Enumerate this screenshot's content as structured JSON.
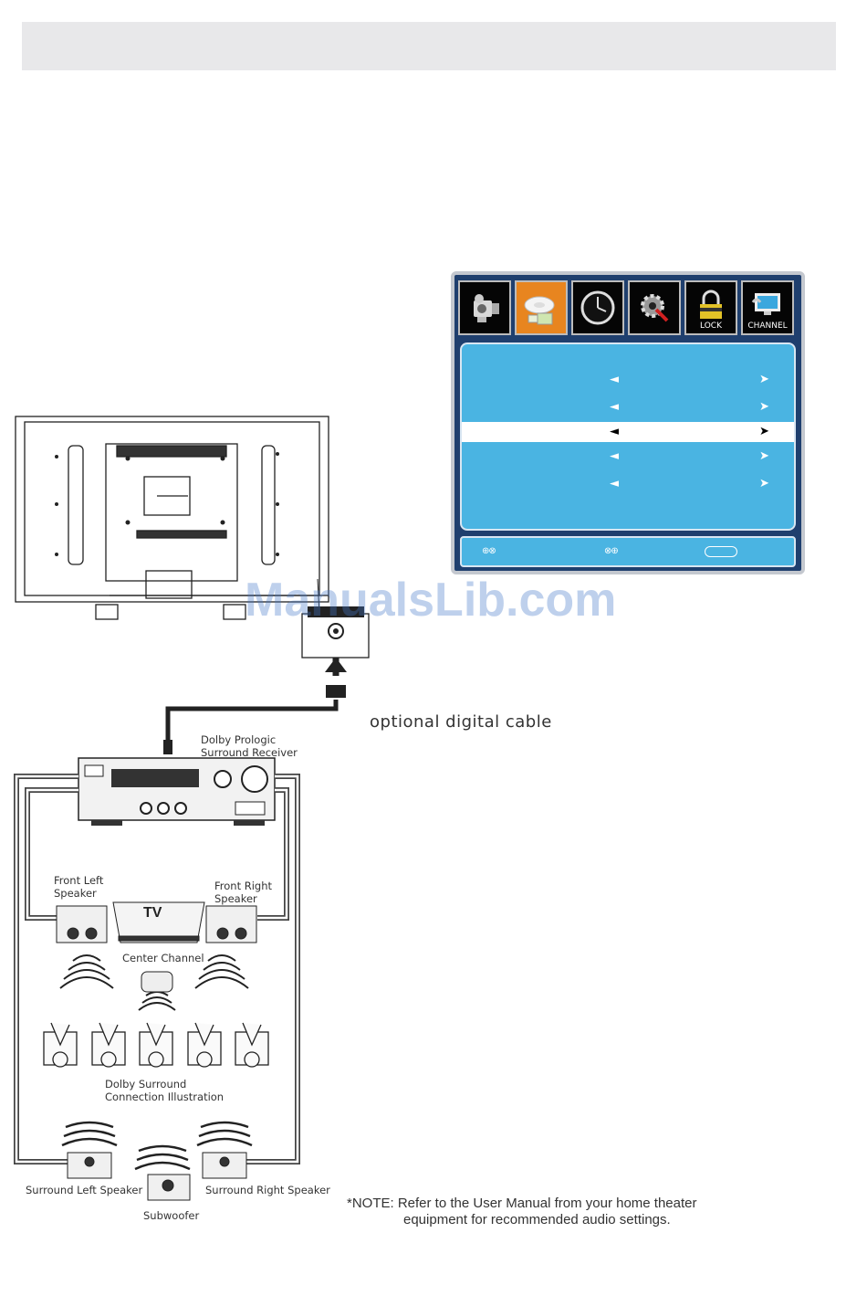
{
  "osd": {
    "tabs": [
      {
        "name": "picture",
        "label": "",
        "icon": "camera-icon"
      },
      {
        "name": "audio",
        "label": "",
        "icon": "audio-disc-icon"
      },
      {
        "name": "time",
        "label": "",
        "icon": "clock-icon"
      },
      {
        "name": "setup",
        "label": "",
        "icon": "gear-icon"
      },
      {
        "name": "lock",
        "label": "LOCK",
        "icon": "padlock-icon"
      },
      {
        "name": "channel",
        "label": "CHANNEL",
        "icon": "monitor-icon"
      }
    ],
    "arrow_left": "◄",
    "arrow_right": "➤",
    "footer": {
      "move_icon": "⊕⊗",
      "adjust_icon": "⊗⊕"
    },
    "colors": {
      "panel": "#4ab4e2",
      "active_tab": "#e8851f",
      "frame": "#1f3f6e"
    }
  },
  "watermark": "ManualsLib.com",
  "diagram": {
    "receiver_label_1": "Dolby Prologic",
    "receiver_label_2": "Surround Receiver",
    "cable_label": "optional digital cable",
    "front_left_1": "Front Left",
    "front_left_2": "Speaker",
    "front_right_1": "Front Right",
    "front_right_2": "Speaker",
    "tv_text": "TV",
    "center_channel": "Center Channel",
    "dolby_1": "Dolby Surround",
    "dolby_2": "Connection Illustration",
    "surround_left": "Surround Left Speaker",
    "surround_right": "Surround Right Speaker",
    "subwoofer": "Subwoofer"
  },
  "note": {
    "line1": "*NOTE: Refer to the User Manual from your home theater",
    "line2": "equipment for recommended audio settings."
  }
}
